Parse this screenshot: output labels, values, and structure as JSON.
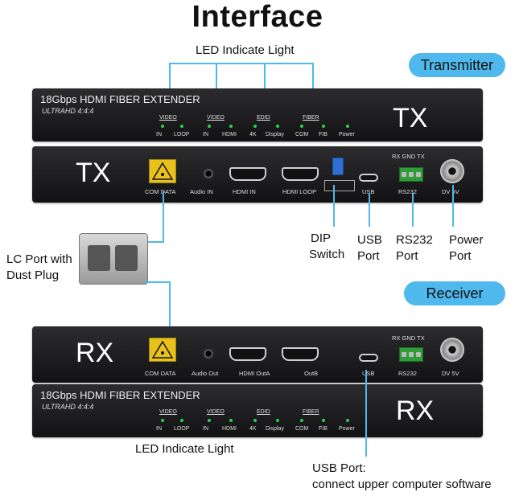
{
  "title": "Interface",
  "led_callout_top": "LED Indicate Light",
  "led_callout_bottom": "LED Indicate Light",
  "transmitter_badge": "Transmitter",
  "receiver_badge": "Receiver",
  "lc_port": {
    "line1": "LC Port with",
    "line2": "Dust Plug"
  },
  "dip_switch": {
    "line1": "DIP",
    "line2": "Switch"
  },
  "usb_port": {
    "line1": "USB",
    "line2": "Port"
  },
  "rs232_port": {
    "line1": "RS232",
    "line2": "Port"
  },
  "power_port": {
    "line1": "Power",
    "line2": "Port"
  },
  "usb_note": {
    "line1": "USB Port:",
    "line2": "connect upper computer software"
  },
  "tx_top": {
    "product": "18Gbps HDMI FIBER EXTENDER",
    "sub": "ULTRAHD  4:4:4",
    "big": "TX",
    "groups": [
      {
        "name": "VIDEO",
        "leds": [
          "IN",
          "LOOP"
        ]
      },
      {
        "name": "VIDEO",
        "leds": [
          "IN",
          "HDMI"
        ]
      },
      {
        "name": "EDID",
        "leds": [
          "4K",
          "Display"
        ]
      },
      {
        "name": "FIBER",
        "leds": [
          "COM",
          "FIB"
        ]
      }
    ],
    "power_led": "Power"
  },
  "tx_back": {
    "big": "TX",
    "ports": {
      "com_data": "COM DATA",
      "audio": "Audio IN",
      "hdmi_in": "HDMI IN",
      "hdmi_loop": "HDMI LOOP",
      "usb": "USB",
      "rs232": "RS232",
      "dc": "DV 5V",
      "rs232_pins": "RX  GND  TX"
    }
  },
  "rx_back": {
    "big": "RX",
    "ports": {
      "com_data": "COM DATA",
      "audio": "Audio Out",
      "hdmi_out_a": "HDMI  OutA",
      "hdmi_out_b": "OutB",
      "usb": "USB",
      "rs232": "RS232",
      "dc": "DV 5V",
      "rs232_pins": "RX  GND  TX"
    }
  },
  "rx_top": {
    "product": "18Gbps HDMI FIBER EXTENDER",
    "sub": "ULTRAHD  4:4:4",
    "big": "RX",
    "groups": [
      {
        "name": "VIDEO",
        "leds": [
          "IN",
          "LOOP"
        ]
      },
      {
        "name": "VIDEO",
        "leds": [
          "IN",
          "HDMI"
        ]
      },
      {
        "name": "EDID",
        "leds": [
          "4K",
          "Display"
        ]
      },
      {
        "name": "FIBER",
        "leds": [
          "COM",
          "FIB"
        ]
      }
    ],
    "power_led": "Power"
  },
  "colors": {
    "accent": "#4fb8ec",
    "led": "#2bd14a",
    "sfp": "#e8c21a",
    "terminal": "#2f9e3a",
    "dip": "#2d6fd3"
  }
}
